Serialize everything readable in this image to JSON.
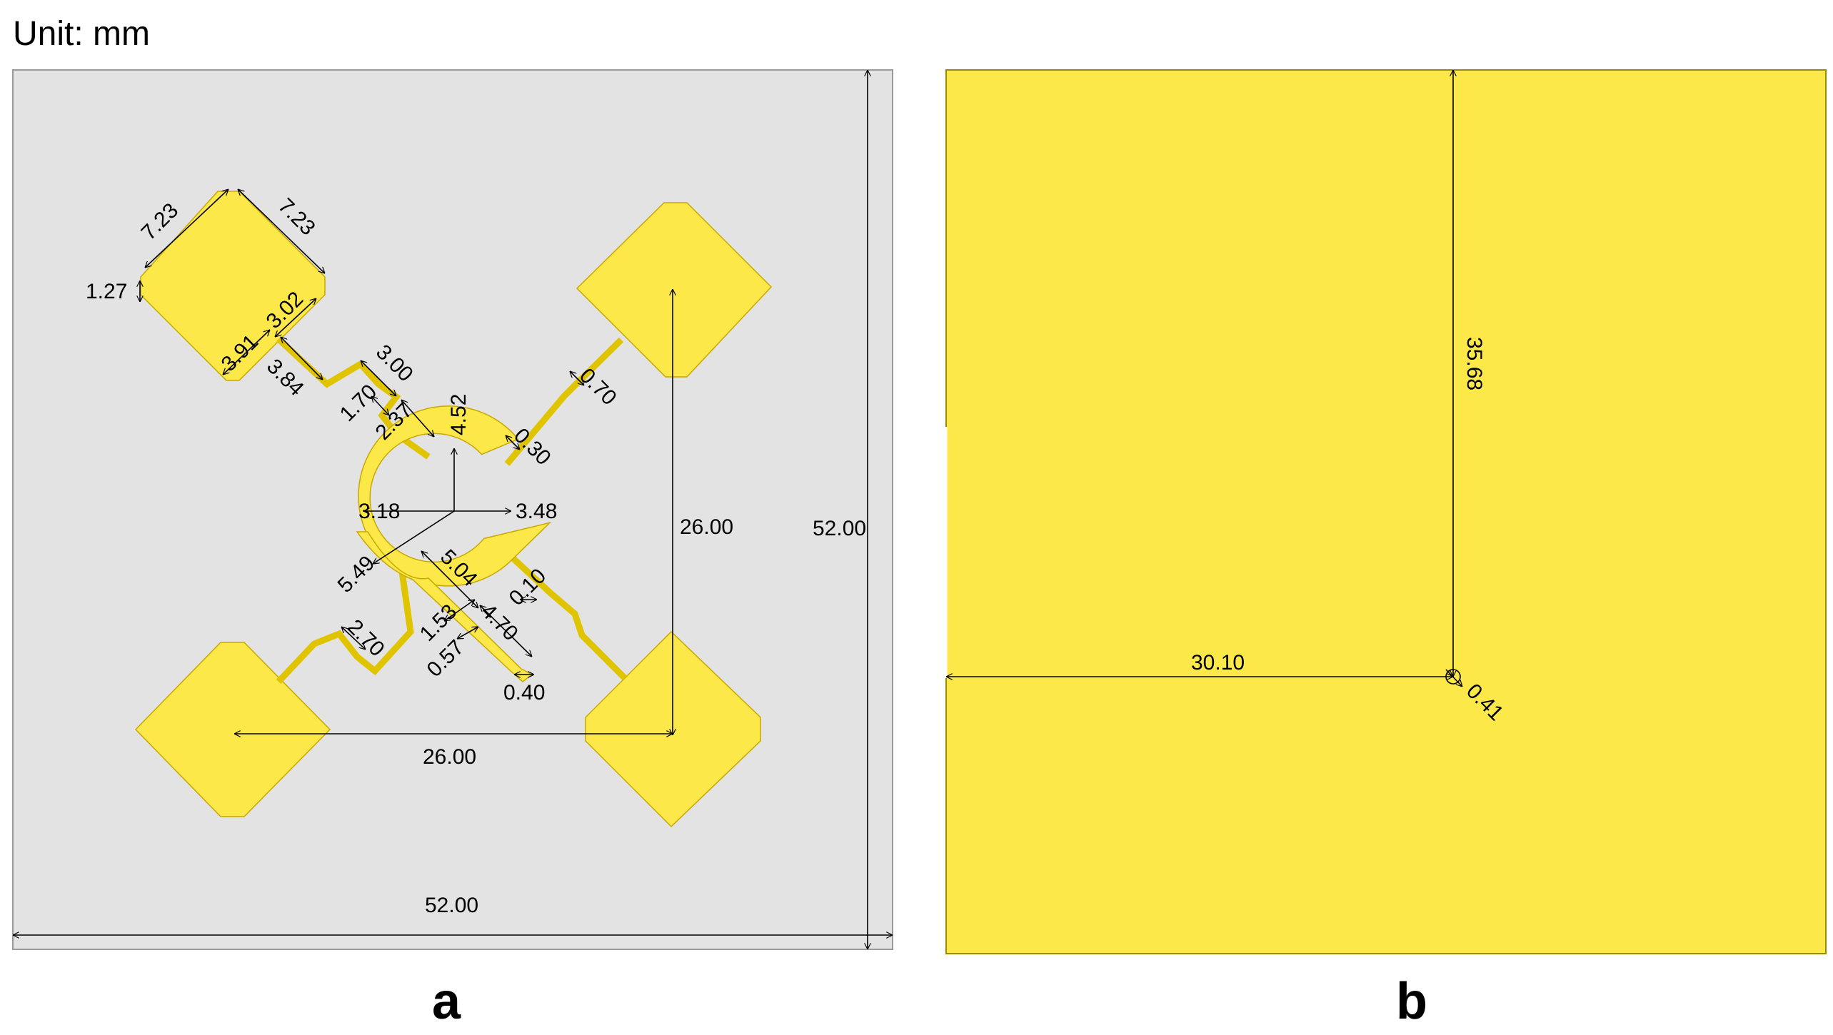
{
  "unit_label": "Unit: mm",
  "colors": {
    "substrate": "#e3e3e3",
    "copper": "#fde84a",
    "copper_edge": "#c9a800",
    "dimension_line": "#000000"
  },
  "panels": [
    {
      "label": "a",
      "description_text": ""
    },
    {
      "label": "b",
      "description_text": ""
    }
  ],
  "dims_a": {
    "board_w": "52.00",
    "board_h": "52.00",
    "spacing_h": "26.00",
    "spacing_v": "26.00",
    "patch_side_1": "7.23",
    "patch_side_2": "7.23",
    "patch_chamfer": "1.27",
    "d_3_02": "3.02",
    "d_3_91": "3.91",
    "d_3_84": "3.84",
    "d_3_00": "3.00",
    "d_1_70": "1.70",
    "d_2_37": "2.37",
    "d_4_52": "4.52",
    "d_0_70": "0.70",
    "d_0_30": "0.30",
    "d_3_18": "3.18",
    "d_3_48": "3.48",
    "d_5_49": "5.49",
    "d_5_04": "5.04",
    "d_0_10": "0.10",
    "d_2_70": "2.70",
    "d_1_53": "1.53",
    "d_4_70": "4.70",
    "d_0_57": "0.57",
    "d_0_40": "0.40"
  },
  "dims_b": {
    "d_35_68": "35.68",
    "d_30_10": "30.10",
    "d_0_41": "0.41"
  }
}
